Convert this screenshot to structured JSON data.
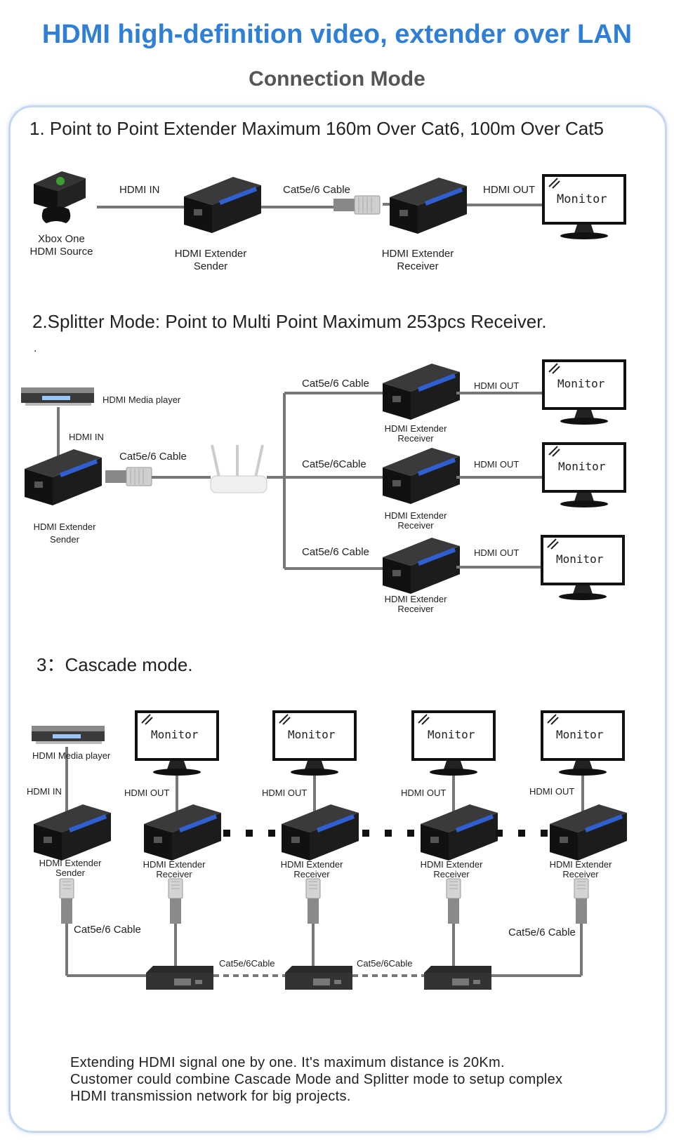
{
  "header": {
    "title": "HDMI high-definition video, extender over LAN",
    "subtitle": "Connection Mode"
  },
  "section1": {
    "heading": "1. Point to Point Extender Maximum 160m Over Cat6, 100m Over Cat5",
    "source_label_1": "Xbox One",
    "source_label_2": "HDMI Source",
    "hdmi_in": "HDMI IN",
    "cable": "Cat5e/6 Cable",
    "hdmi_out": "HDMI OUT",
    "sender_1": "HDMI Extender",
    "sender_2": "Sender",
    "receiver_1": "HDMI Extender",
    "receiver_2": "Receiver",
    "monitor": "Monitor"
  },
  "section2": {
    "heading": "2.Splitter Mode:  Point to Multi Point  Maximum 253pcs Receiver.",
    "dot": ".",
    "media_player": "HDMI Media player",
    "hdmi_in": "HDMI IN",
    "cable_main": "Cat5e/6 Cable",
    "sender_1": "HDMI Extender",
    "sender_2": "Sender",
    "branches": [
      {
        "cable": "Cat5e/6 Cable",
        "hdmi_out": "HDMI OUT",
        "rx1": "HDMI Extender",
        "rx2": "Receiver",
        "monitor": "Monitor"
      },
      {
        "cable": "Cat5e/6Cable",
        "hdmi_out": "HDMI OUT",
        "rx1": "HDMI Extender",
        "rx2": "Receiver",
        "monitor": "Monitor"
      },
      {
        "cable": "Cat5e/6 Cable",
        "hdmi_out": "HDMI OUT",
        "rx1": "HDMI Extender",
        "rx2": "Receiver",
        "monitor": "Monitor"
      }
    ]
  },
  "section3": {
    "heading": "3：Cascade mode.",
    "media_player": "HDMI Media player",
    "hdmi_in": "HDMI IN",
    "sender_1": "HDMI Extender",
    "sender_2": "Sender",
    "receivers": [
      {
        "hdmi_out": "HDMI OUT",
        "rx1": "HDMI Extender",
        "rx2": "Receiver",
        "monitor": "Monitor"
      },
      {
        "hdmi_out": "HDMI OUT",
        "rx1": "HDMI Extender",
        "rx2": "Receiver",
        "monitor": "Monitor"
      },
      {
        "hdmi_out": "HDMI OUT",
        "rx1": "HDMI Extender",
        "rx2": "Receiver",
        "monitor": "Monitor"
      },
      {
        "hdmi_out": "HDMI OUT",
        "rx1": "HDMI Extender",
        "rx2": "Receiver",
        "monitor": "Monitor"
      }
    ],
    "cable_left": "Cat5e/6 Cable",
    "cable_mid_1": "Cat5e/6Cable",
    "cable_mid_2": "Cat5e/6Cable",
    "cable_right": "Cat5e/6 Cable"
  },
  "footer": {
    "line1": "Extending HDMI signal one by one. It's maximum distance is 20Km.",
    "line2": "Customer could combine Cascade Mode and Splitter mode to setup complex",
    "line3": "HDMI transmission network for big projects."
  },
  "colors": {
    "title": "#2f7fd6",
    "panel_border": "#c3d7ef",
    "device_body": "#1c1c1c",
    "device_stripe": "#2f5fd0",
    "cable": "#777777"
  }
}
